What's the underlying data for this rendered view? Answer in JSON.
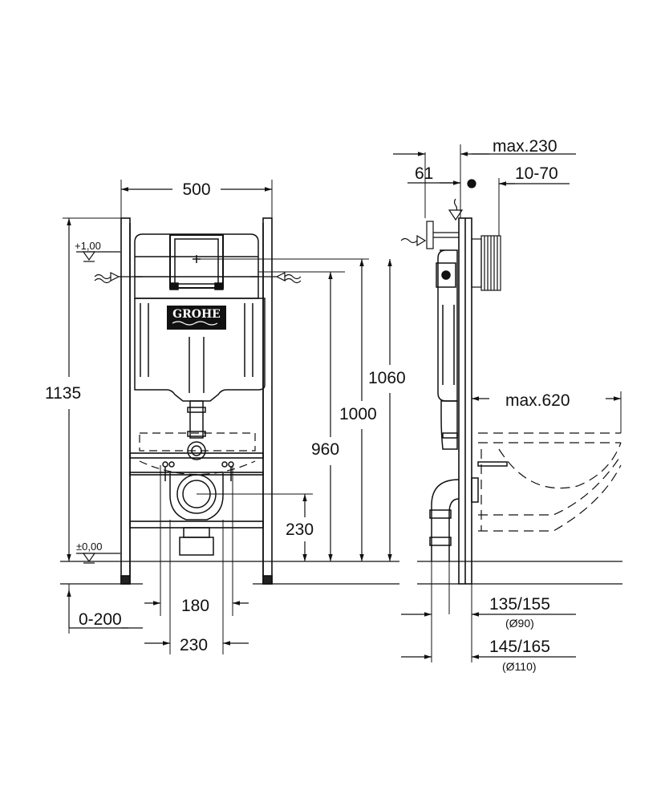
{
  "front_view": {
    "width": "500",
    "height_total": "1135",
    "level_top": "+1,00",
    "level_bottom": "±0,00",
    "height_1060": "1060",
    "height_1000": "1000",
    "height_960": "960",
    "height_230": "230",
    "range_0_200": "0-200",
    "spacing_180": "180",
    "spacing_230": "230",
    "brand_logo": "GROHE"
  },
  "side_view": {
    "max_230": "max.230",
    "offset_61": "61",
    "range_10_70": "10-70",
    "max_620": "max.620",
    "pipe_90_range": "135/155",
    "pipe_90_dia": "(Ø90)",
    "pipe_110_range": "145/165",
    "pipe_110_dia": "(Ø110)"
  }
}
